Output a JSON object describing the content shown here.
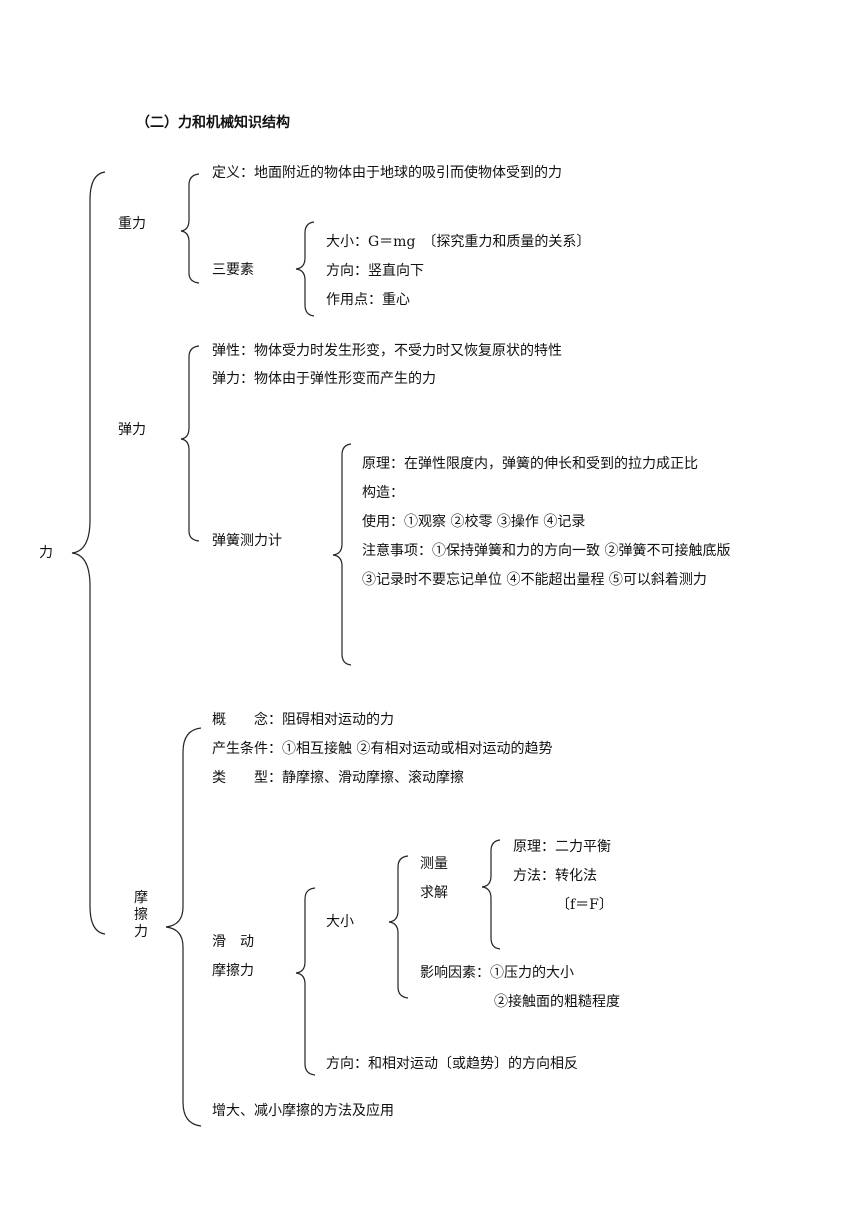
{
  "title": "（二）力和机械知识结构",
  "root": "力",
  "gravity": {
    "label": "重力",
    "definition": "定义：地面附近的物体由于地球的吸引而使物体受到的力",
    "elements_label": "三要素",
    "magnitude": "大小：G＝mg　〔探究重力和质量的关系〕",
    "direction": "方向：竖直向下",
    "point": "作用点：重心"
  },
  "elastic": {
    "label": "弹力",
    "elasticity": "弹性：物体受力时发生形变，不受力时又恢复原状的特性",
    "elastic_force": "弹力：物体由于弹性形变而产生的力",
    "scale_label": "弹簧测力计",
    "principle": "原理：在弹性限度内，弹簧的伸长和受到的拉力成正比",
    "structure": "构造：",
    "usage": "使用：①观察 ②校零 ③操作 ④记录",
    "notes_1": "注意事项：①保持弹簧和力的方向一致 ②弹簧不可接触底版",
    "notes_2": "③记录时不要忘记单位 ④不能超出量程 ⑤可以斜着测力"
  },
  "friction": {
    "label": "摩擦力",
    "concept": "概　　念：阻碍相对运动的力",
    "conditions": "产生条件：①相互接触 ②有相对运动或相对运动的趋势",
    "types": "类　　型：静摩擦、滑动摩擦、滚动摩擦",
    "sliding_line1": "滑　动",
    "sliding_line2": "摩擦力",
    "size_label": "大小",
    "measure_line1": "测量",
    "measure_line2": "求解",
    "measure_principle": "原理：二力平衡",
    "measure_method": "方法：转化法",
    "measure_formula": "〔f＝F〕",
    "factors_1": "影响因素：①压力的大小",
    "factors_2": "②接触面的粗糙程度",
    "direction": "方向：和相对运动〔或趋势〕的方向相反",
    "methods": "增大、减小摩擦的方法及应用"
  }
}
